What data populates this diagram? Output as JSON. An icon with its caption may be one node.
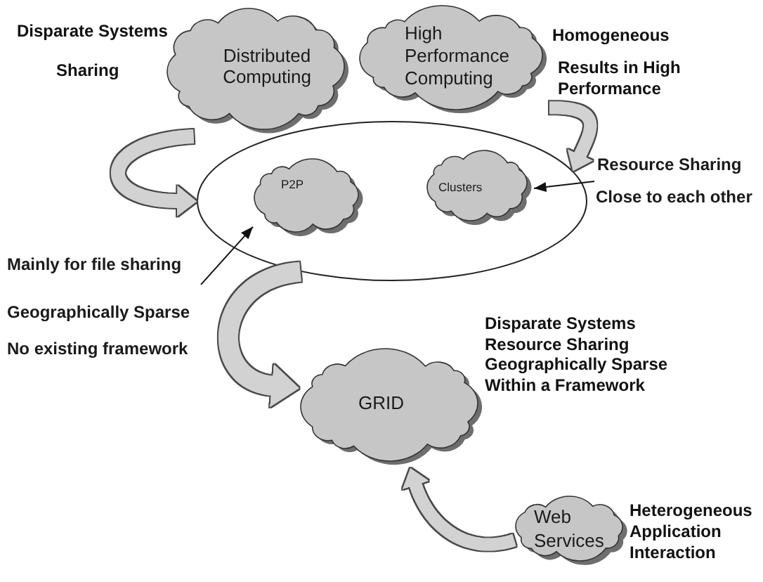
{
  "diagram": {
    "nodes": [
      {
        "text": [
          "Distributed Computing"
        ],
        "beside": [
          "Disparate Systems",
          "Sharing"
        ]
      },
      {
        "text": [
          "High Performance Computing"
        ],
        "beside": [
          "Homogeneous",
          "Results in High Performance"
        ]
      },
      {
        "text": [],
        "shape": "ellipse"
      },
      {
        "text": [
          "P2P"
        ],
        "in": 2
      },
      {
        "text": [
          "Clusters"
        ],
        "in": 2
      },
      {
        "text": [
          "Resource Sharing",
          "Close to each other"
        ]
      },
      {
        "text": [
          "Mainly for file sharing",
          "Geographically Sparse",
          "No existing framework"
        ]
      },
      {
        "text": [
          "GRID"
        ],
        "beside": [
          "Disparate Systems",
          "Resource Sharing",
          "Geographically Sparse",
          "Within a Framework"
        ]
      },
      {
        "text": [
          "Web Services"
        ],
        "beside": [
          "Heterogeneous Application Interaction"
        ]
      }
    ],
    "edges": [
      {
        "from": 0,
        "to": 2,
        "arrow": "to"
      },
      {
        "from": 1,
        "to": 2,
        "arrow": "to"
      },
      {
        "from": 5,
        "to": 4,
        "arrow": "to",
        "color": "#111111"
      },
      {
        "from": 6,
        "to": 3,
        "arrow": "to",
        "color": "#111111"
      },
      {
        "from": 2,
        "to": 7,
        "arrow": "to"
      },
      {
        "from": 8,
        "to": 7,
        "arrow": "to"
      }
    ]
  }
}
